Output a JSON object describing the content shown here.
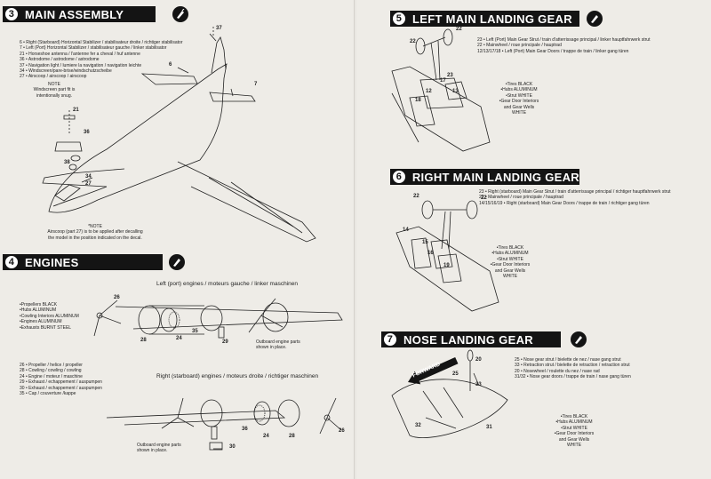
{
  "left": {
    "s3": {
      "num": "3",
      "title": "MAIN ASSEMBLY",
      "parts": [
        "6 • Right (Starboard) Horizontal Stabilizer / stabilisateur droite / richtiger stabilisator",
        "7 • Left (Port) Horizontal Stabilizer / stabilisateur gauche / linker stabilisator",
        "21 • Horseshoe antenna / l'antenne fer a cheval / huf antenne",
        "36 • Astrodome / astrodome / astrodome",
        "37 • Navigation light / lumiere la navigation / navigation leichte",
        "34 • Windscreen/pare-brise/windschutzscheibe",
        "27 • Airscoop / airscoop / airscoop"
      ],
      "note1_head": "NOTE",
      "note1_body": [
        "Windscreen part fit is",
        "intentionally snug."
      ],
      "note2_head": "*NOTE",
      "note2_body": [
        "Airscoop (part 27) is to be applied after decalling",
        "the model in the position indicated on the decal."
      ],
      "callouts": [
        "37",
        "6",
        "7",
        "21",
        "36",
        "38",
        "34",
        "27"
      ]
    },
    "s4": {
      "num": "4",
      "title": "ENGINES",
      "left_heading": "Left (port) engines / moteurs gauche / linker maschinen",
      "right_heading": "Right (starboard) engines / moteurs droite / richtiger maschinen",
      "paint": [
        "•Propellers BLACK",
        "•Hubs ALUMINUM",
        "•Cowling Interiors ALUMINUM",
        "•Engines ALUMINUM",
        "•Exhausts BURNT STEEL"
      ],
      "parts": [
        "26 • Propeller / helice / propeller",
        "28 • Cowling / cowling / cowling",
        "24 • Engine / moteur / maschine",
        "29 • Exhaust / echappement / auspumpen",
        "30 • Exhaust / echappement / auspumpen",
        "35 • Cap / couverture /kappe"
      ],
      "outboard_top": [
        "Outboard engine parts",
        "shown in place."
      ],
      "outboard_bottom": [
        "Outboard engine parts",
        "shown in place."
      ],
      "callouts_top": [
        "26",
        "28",
        "24",
        "35",
        "29"
      ],
      "callouts_bottom": [
        "30",
        "36",
        "24",
        "28",
        "26"
      ]
    }
  },
  "right": {
    "s5": {
      "num": "5",
      "title": "LEFT MAIN LANDING GEAR",
      "parts": [
        "23 • Left (Port) Main Gear Strut / train d'atterrissage principal / linker hauptfahrwerk strut",
        "22 • Mainwheel / roue principale / hauptrad",
        "12/13/17/18 • Left (Port) Main Gear Doors / trappe de train / linker gang türen"
      ],
      "paint": [
        "•Tires BLACK",
        "•Hubs ALUMINUM",
        "•Strut WHITE",
        "•Gear Door Interiors",
        "and Gear Wells",
        "WHITE"
      ],
      "callouts": [
        "22",
        "22",
        "23",
        "12",
        "17",
        "13",
        "18"
      ]
    },
    "s6": {
      "num": "6",
      "title": "RIGHT MAIN LANDING GEAR",
      "parts": [
        "23 • Right (starboard) Main Gear Strut / train d'atterrissage principal / richtiger hauptfahrwerk strut",
        "22 • Mainwheel / roue principale / hauptrad",
        "14/15/16/19 • Right (starboard) Main Gear Doors / trappe de train / richtiger gang türen"
      ],
      "paint": [
        "•Tires BLACK",
        "•Hubs ALUMINUM",
        "•Strut WHITE",
        "•Gear Door Interiors",
        "and Gear Wells",
        "WHITE"
      ],
      "callouts": [
        "22",
        "22",
        "14",
        "15",
        "16",
        "19"
      ]
    },
    "s7": {
      "num": "7",
      "title": "NOSE LANDING GEAR",
      "parts": [
        "25 • Nose gear strut / bielette de nez / nase gang strut",
        "33 • Retraction strut / bielette de retraction / retraction strut",
        "20 • Nosewheel / roulette du nez / nase rad",
        "31/32 • Nose gear doors / trappe de train / nase gang türen"
      ],
      "forward": "FORWARD",
      "paint": [
        "•Tires BLACK",
        "•Hubs ALUMINUM",
        "•Strut WHITE",
        "•Gear Door Interiors",
        "and Gear Wells",
        "WHITE"
      ],
      "callouts": [
        "20",
        "25",
        "33",
        "32",
        "31"
      ]
    }
  }
}
